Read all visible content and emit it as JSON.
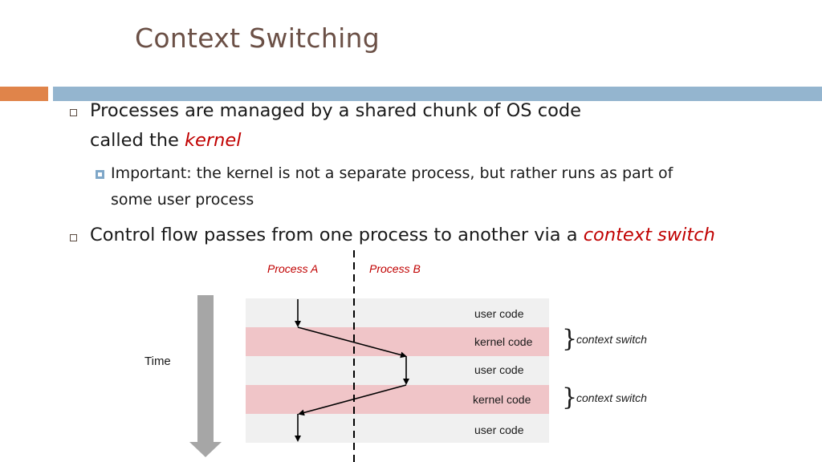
{
  "slide": {
    "title": "Context Switching",
    "bullets": [
      {
        "line1": "Processes are managed by a shared chunk of OS code",
        "line2_prefix": "called the ",
        "line2_emphasis": "kernel",
        "sub": {
          "line1": "Important: the kernel is not a separate process, but rather runs as part of",
          "line2": "some user process"
        }
      },
      {
        "prefix": "Control flow passes from one process to another via a ",
        "emphasis": "context switch"
      }
    ]
  },
  "diagram": {
    "process_a_label": "Process A",
    "process_b_label": "Process B",
    "time_label": "Time",
    "rows": [
      "user code",
      "kernel code",
      "user code",
      "kernel code",
      "user code"
    ],
    "context_switch_labels": [
      "context switch",
      "context switch"
    ],
    "colors": {
      "user_row": "#f0f0f0",
      "kernel_row": "#f0c5c8",
      "emphasis": "#c00000",
      "time_arrow": "#a6a6a6"
    }
  }
}
